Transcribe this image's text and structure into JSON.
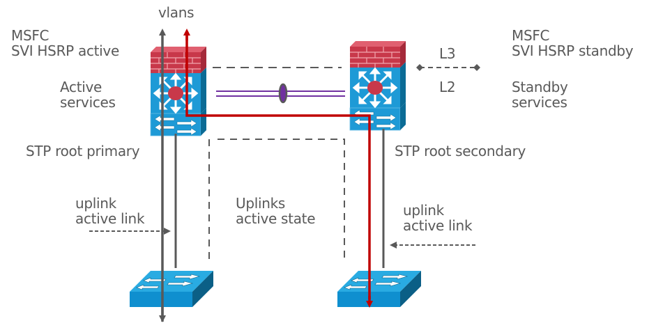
{
  "diagram": {
    "title_top": "vlans",
    "left_distribution": {
      "msfc_line1": "MSFC",
      "msfc_line2": "SVI HSRP active",
      "services_line1": "Active",
      "services_line2": "services",
      "stp": "STP root primary"
    },
    "right_distribution": {
      "msfc_line1": "MSFC",
      "msfc_line2": "SVI HSRP standby",
      "services_line1": "Standby",
      "services_line2": "services",
      "stp": "STP root secondary"
    },
    "layer_boundary": {
      "upper": "L3",
      "lower": "L2"
    },
    "left_uplink": {
      "line1": "uplink",
      "line2": "active link"
    },
    "right_uplink": {
      "line1": "uplink",
      "line2": "active link"
    },
    "center_uplinks": {
      "line1": "Uplinks",
      "line2": "active state"
    },
    "colors": {
      "text": "#595959",
      "traffic_path": "#c00000",
      "link_gray": "#595959",
      "trunk_purple": "#7030a0",
      "firewall_red": "#c8384a",
      "switch_blue": "#1e9ad6",
      "switch_dark": "#0b6b95"
    }
  }
}
